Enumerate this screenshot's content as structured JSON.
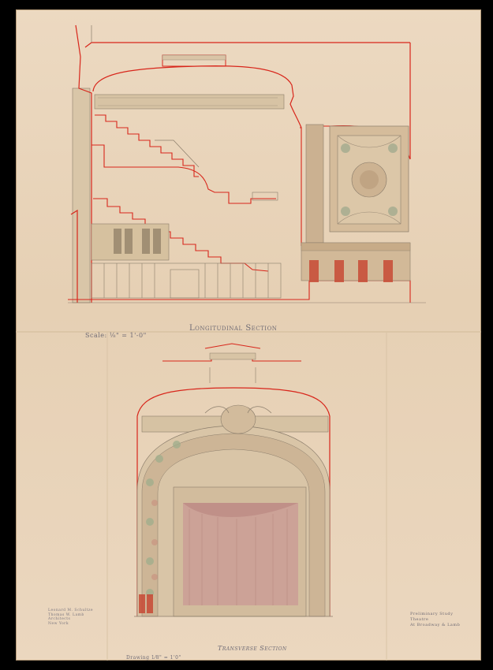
{
  "sheet": {
    "titles": {
      "longitudinal": "Longitudinal Section",
      "transverse": "Transverse Section"
    },
    "scales": {
      "top": "Scale: ⅛\" = 1'-0\"",
      "bottom": "Drawing 1⁄8\" = 1'0\""
    },
    "architect_block": [
      "Leonard M. Schultze",
      "Thomas W. Lamb",
      "Architects",
      "New York"
    ],
    "study_block": [
      "Preliminary Study",
      "Theatre",
      "At Broadway & Lamb"
    ]
  },
  "colors": {
    "paper": "#e9d5bc",
    "ink_red": "#d8261b",
    "pencil": "#7e7366",
    "wash_rose": "#c98a84"
  }
}
